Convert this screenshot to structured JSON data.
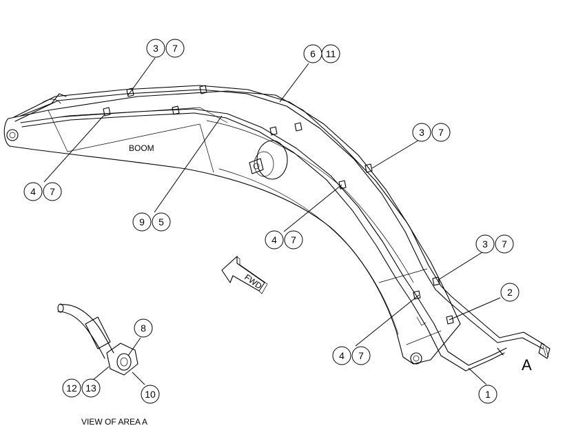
{
  "labels": {
    "boom": "BOOM",
    "fwd": "FWD",
    "area": "A",
    "view_caption": "VIEW OF AREA A"
  },
  "callouts": [
    {
      "id": "c1",
      "a": "3",
      "b": "7"
    },
    {
      "id": "c2",
      "a": "6",
      "b": "11"
    },
    {
      "id": "c3",
      "a": "4",
      "b": "7"
    },
    {
      "id": "c4",
      "a": "9",
      "b": "5"
    },
    {
      "id": "c5",
      "a": "3",
      "b": "7"
    },
    {
      "id": "c6",
      "a": "4",
      "b": "7"
    },
    {
      "id": "c7",
      "a": "3",
      "b": "7"
    },
    {
      "id": "c8",
      "a": "2"
    },
    {
      "id": "c9",
      "a": "4",
      "b": "7"
    },
    {
      "id": "c10",
      "a": "1"
    },
    {
      "id": "c11",
      "a": "8"
    },
    {
      "id": "c12",
      "a": "12",
      "b": "13"
    },
    {
      "id": "c13",
      "a": "10"
    }
  ]
}
